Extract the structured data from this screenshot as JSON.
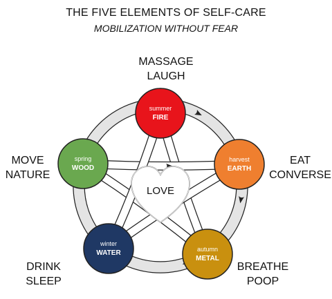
{
  "title": "THE FIVE ELEMENTS OF SELF-CARE",
  "subtitle": "MOBILIZATION WITHOUT FEAR",
  "center_label": "LOVE",
  "elements": [
    {
      "key": "fire",
      "season": "summer",
      "element": "FIRE",
      "color": "#e8141b",
      "activities": [
        "MASSAGE",
        "LAUGH"
      ]
    },
    {
      "key": "earth",
      "season": "harvest",
      "element": "EARTH",
      "color": "#ef7f2f",
      "activities": [
        "EAT",
        "CONVERSE"
      ]
    },
    {
      "key": "metal",
      "season": "autumn",
      "element": "METAL",
      "color": "#c9900f",
      "activities": [
        "BREATHE",
        "POOP"
      ]
    },
    {
      "key": "water",
      "season": "winter",
      "element": "WATER",
      "color": "#1f3864",
      "activities": [
        "DRINK",
        "SLEEP"
      ]
    },
    {
      "key": "wood",
      "season": "spring",
      "element": "WOOD",
      "color": "#6aa84f",
      "activities": [
        "MOVE",
        "NATURE"
      ]
    }
  ],
  "ring_color": "#e4e4e4",
  "stroke_color": "#222222"
}
